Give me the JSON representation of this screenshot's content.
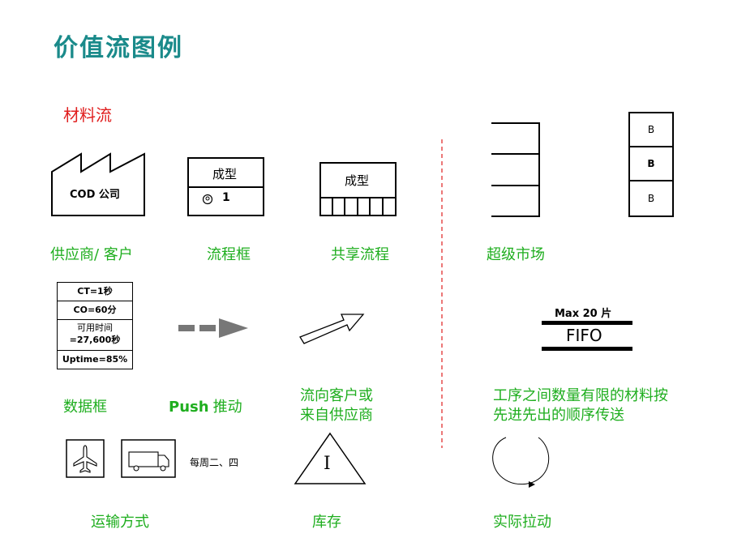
{
  "title": "价值流图例",
  "section_label": "材料流",
  "supplier_box_text": "COD 公司",
  "process_box": {
    "name": "成型",
    "operators": "1"
  },
  "shared_process_box": {
    "name": "成型"
  },
  "supermarket_cells": [
    "B",
    "B",
    "B"
  ],
  "data_box": {
    "ct": "CT=1秒",
    "co": "CO=60分",
    "available_label": "可用时间",
    "available_value": "=27,600秒",
    "uptime": "Uptime=85%"
  },
  "fifo": {
    "max": "Max 20 片",
    "label": "FIFO"
  },
  "schedule_text": "每周二、四",
  "inventory_symbol": "I",
  "labels": {
    "supplier": "供应商/ 客户",
    "process": "流程框",
    "shared": "共享流程",
    "supermarket": "超级市场",
    "databox": "数据框",
    "push_en": "Push",
    "push_cn": "推动",
    "flow_line1": "流向客户或",
    "flow_line2": "来自供应商",
    "fifo_line1": "工序之间数量有限的材料按",
    "fifo_line2": "先进先出的顺序传送",
    "transport": "运输方式",
    "inventory": "库存",
    "pull": "实际拉动"
  },
  "colors": {
    "title": "#1a8a8a",
    "section": "#e01e1e",
    "labels": "#1fae1f",
    "divider": "#e01e1e"
  },
  "icons": [
    "factory-icon",
    "operator-icon",
    "push-arrow-icon",
    "shipment-arrow-icon",
    "airplane-icon",
    "truck-icon",
    "inventory-triangle-icon",
    "pull-circle-icon"
  ]
}
